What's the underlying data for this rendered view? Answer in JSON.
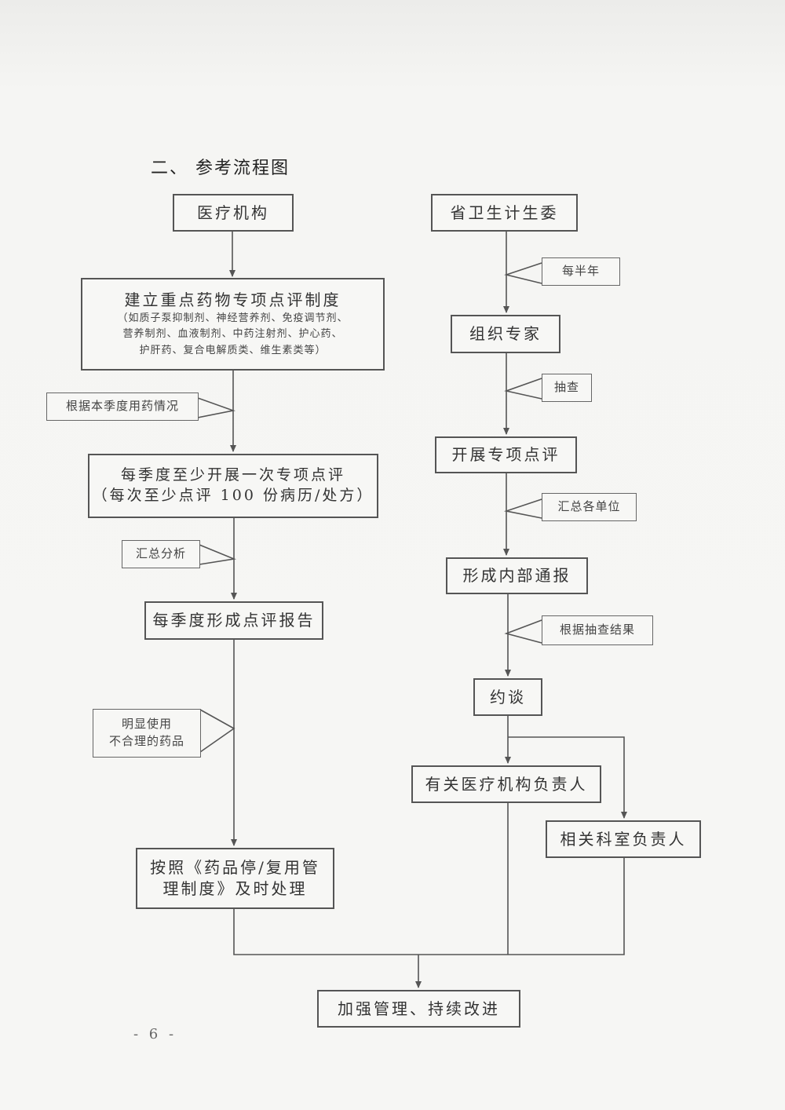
{
  "heading": "二、 参考流程图",
  "left": {
    "institution": "医疗机构",
    "system_title": "建立重点药物专项点评制度",
    "system_detail": [
      "（如质子泵抑制剂、神经营养剂、免疫调节剂、",
      "营养制剂、血液制剂、中药注射剂、护心药、",
      "护肝药、复合电解质类、维生素类等）"
    ],
    "note_usage": "根据本季度用药情况",
    "quarterly_review": [
      "每季度至少开展一次专项点评",
      "（每次至少点评 100 份病历/处方）"
    ],
    "note_summary": "汇总分析",
    "quarterly_report": "每季度形成点评报告",
    "note_irrational": [
      "明显使用",
      "不合理的药品"
    ],
    "handle": [
      "按照《药品停/复用管",
      "理制度》及时处理"
    ]
  },
  "right": {
    "commission": "省卫生计生委",
    "note_half_year": "每半年",
    "organize": "组织专家",
    "note_spot_check": "抽查",
    "conduct": "开展专项点评",
    "note_aggregate": "汇总各单位",
    "bulletin": "形成内部通报",
    "note_results": "根据抽查结果",
    "interview": "约谈",
    "inst_head": "有关医疗机构负责人",
    "dept_head": "相关科室负责人"
  },
  "final": "加强管理、持续改进",
  "page_number": "- 6 -"
}
